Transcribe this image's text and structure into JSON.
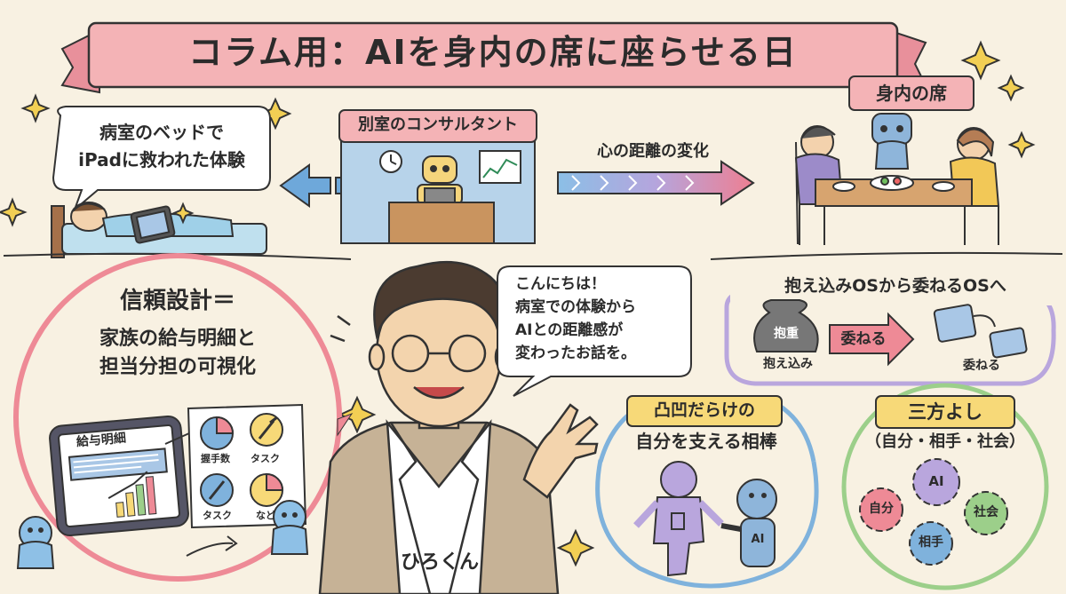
{
  "title": "コラム用：AIを身内の席に座らせる日",
  "hospital": {
    "bubble_line1": "病室のベッドで",
    "bubble_line2": "iPadに救われた体験"
  },
  "consultant": {
    "label": "別室のコンサルタント"
  },
  "distance": {
    "label": "心の距離の変化"
  },
  "family": {
    "label": "身内の席"
  },
  "trust": {
    "heading": "信頼設計＝",
    "line1": "家族の給与明細と",
    "line2": "担当分担の可視化",
    "tablet_title": "給与明細",
    "chart_labels": [
      "握手数",
      "タスク",
      "タスク",
      "など"
    ]
  },
  "speech": {
    "line1": "こんにちは！",
    "line2": "病室での体験から",
    "line3": "AIとの距離感が",
    "line4": "変わったお話を。"
  },
  "presenter": {
    "name": "ひろくん"
  },
  "os": {
    "heading": "抱え込みOSから委ねるOSへ",
    "bag_label": "抱重",
    "left_caption": "抱え込み",
    "arrow_label": "委ねる",
    "right_caption": "委ねる"
  },
  "partner": {
    "line1": "凸凹だらけの",
    "line2": "自分を支える相棒",
    "ai_label": "AI"
  },
  "sanpo": {
    "heading": "三方よし",
    "sub": "（自分・相手・社会）",
    "gears": [
      "AI",
      "自分",
      "社会",
      "相手"
    ]
  },
  "colors": {
    "background": "#f8f1e2",
    "banner": "#f4b3b6",
    "pink": "#ee8a96",
    "blue": "#7fb2dc",
    "purple": "#b9a6dd",
    "green": "#9ccf8a",
    "yellow": "#f7d978"
  }
}
